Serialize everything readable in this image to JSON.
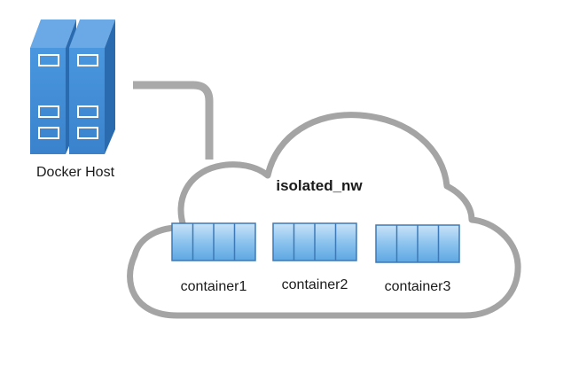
{
  "host": {
    "label": "Docker Host"
  },
  "network": {
    "name": "isolated_nw"
  },
  "containers": [
    {
      "label": "container1"
    },
    {
      "label": "container2"
    },
    {
      "label": "container3"
    }
  ],
  "colors": {
    "server_front": "#3f8cd6",
    "server_side": "#2a6bb0",
    "server_top": "#6aa9e6",
    "server_slot": "#ffffff",
    "cable": "#a9a9a9",
    "cloud_stroke": "#a4a4a4",
    "cloud_fill": "#ffffff",
    "container_fill": "#8cc3ee",
    "container_stroke": "#3d79b6",
    "text": "#1a1a1a"
  },
  "icons": {
    "host": "server-tower-icon",
    "container": "container-block-icon",
    "network": "cloud-icon"
  }
}
